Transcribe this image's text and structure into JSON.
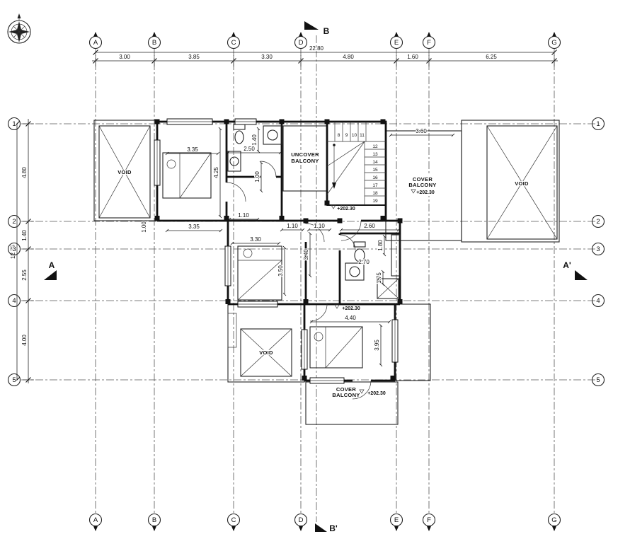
{
  "grid": {
    "cols": [
      "A",
      "B",
      "C",
      "D",
      "E",
      "F",
      "G"
    ],
    "rows": [
      "1",
      "2",
      "3",
      "4",
      "5"
    ]
  },
  "sections": {
    "top": "B",
    "bottom": "B'",
    "left": "A",
    "right": "A'"
  },
  "dims": {
    "top_overall": "22.80",
    "top": [
      "3.00",
      "3.85",
      "3.30",
      "4.80",
      "1.60",
      "6.25"
    ],
    "left_overall": "12.75",
    "left": [
      "4.80",
      "1.40",
      "2.55",
      "4.00"
    ],
    "interior": [
      "3.35",
      "4.25",
      "2.50",
      "1.40",
      "1.00",
      "1.10",
      "3.35",
      "1.00",
      "3.60",
      "1.10",
      "1.10",
      "2.60",
      "3.30",
      "3.50",
      "3.40",
      "1.80",
      "2.70",
      "1.75",
      "4.40",
      "3.95"
    ]
  },
  "levels": [
    "+202.30",
    "+202.30",
    "+202.30",
    "+202.30"
  ],
  "rooms": {
    "void_left": "VOID",
    "void_right": "VOID",
    "void_bottom": "VOID",
    "uncover_balcony_l1": "UNCOVER",
    "uncover_balcony_l2": "BALCONY",
    "cover_balcony_r_l1": "COVER",
    "cover_balcony_r_l2": "BALCONY",
    "cover_balcony_b_l1": "COVER",
    "cover_balcony_b_l2": "BALCONY"
  },
  "stairs": [
    "8",
    "9",
    "10",
    "11",
    "12",
    "13",
    "14",
    "15",
    "16",
    "17",
    "18",
    "19"
  ]
}
